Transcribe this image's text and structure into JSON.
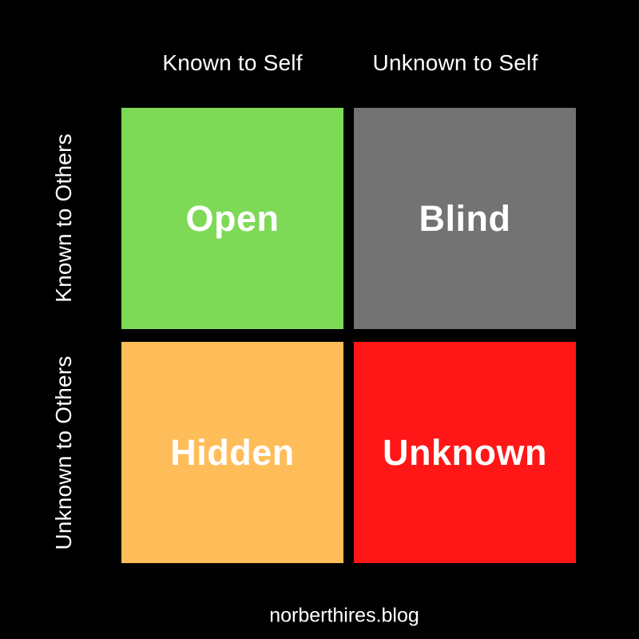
{
  "palette": {
    "background": "#000000",
    "text": "#ffffff",
    "open_green": "#7ed957",
    "blind_gray": "#737373",
    "hidden_orange": "#ffbd59",
    "unknown_red": "#ff1616"
  },
  "columns": [
    {
      "label": "Known to Self"
    },
    {
      "label": "Unknown to Self"
    }
  ],
  "rows": [
    {
      "label": "Known to Others"
    },
    {
      "label": "Unknown to Others"
    }
  ],
  "quadrants": [
    {
      "label": "Open",
      "color": "#7ed957"
    },
    {
      "label": "Blind",
      "color": "#737373"
    },
    {
      "label": "Hidden",
      "color": "#ffbd59"
    },
    {
      "label": "Unknown",
      "color": "#ff1616"
    }
  ],
  "footer": {
    "site": "norberthires.blog"
  }
}
